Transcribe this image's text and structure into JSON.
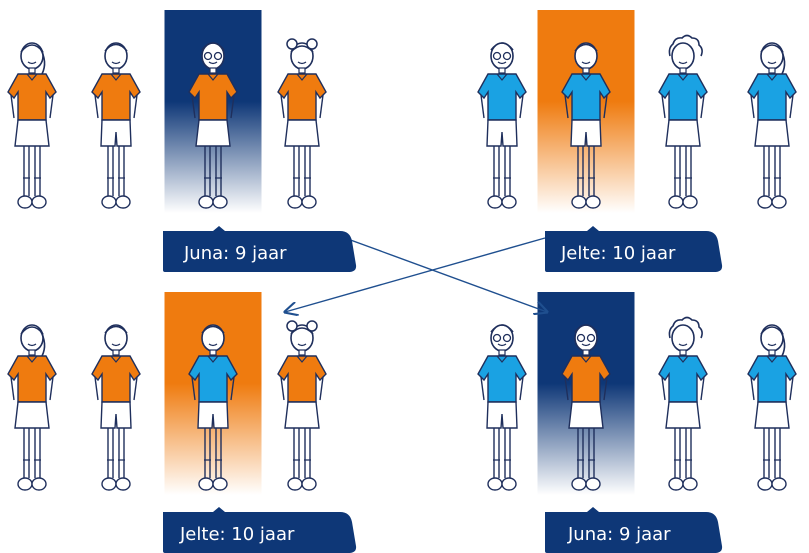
{
  "colors": {
    "navy": "#0e3777",
    "orange": "#ef7b0f",
    "blue": "#1aa2e3",
    "outline": "#1f2f5c",
    "skirt": "#ffffff",
    "label_bg": "#0e3777",
    "arrow": "#1f4f8f"
  },
  "groups": {
    "top_left": {
      "label": "Juna: 9 jaar",
      "highlight": "navy",
      "children": [
        {
          "shirt": "orange",
          "bottom": "skirt",
          "hair": "ponytail",
          "highlighted": false
        },
        {
          "shirt": "orange",
          "bottom": "shorts",
          "hair": "short",
          "highlighted": false
        },
        {
          "shirt": "orange",
          "bottom": "skirt",
          "hair": "glasses",
          "highlighted": true
        },
        {
          "shirt": "orange",
          "bottom": "skirt",
          "hair": "buns",
          "highlighted": false
        }
      ]
    },
    "top_right": {
      "label": "Jelte: 10 jaar",
      "highlight": "orange",
      "children": [
        {
          "shirt": "blue",
          "bottom": "shorts",
          "hair": "glasses",
          "highlighted": false
        },
        {
          "shirt": "blue",
          "bottom": "shorts",
          "hair": "short",
          "highlighted": true
        },
        {
          "shirt": "blue",
          "bottom": "skirt",
          "hair": "curly",
          "highlighted": false
        },
        {
          "shirt": "blue",
          "bottom": "skirt",
          "hair": "ponytail",
          "highlighted": false
        }
      ]
    },
    "bottom_left": {
      "label": "Jelte: 10 jaar",
      "highlight": "orange",
      "children": [
        {
          "shirt": "orange",
          "bottom": "skirt",
          "hair": "ponytail",
          "highlighted": false
        },
        {
          "shirt": "orange",
          "bottom": "shorts",
          "hair": "short",
          "highlighted": false
        },
        {
          "shirt": "blue",
          "bottom": "shorts",
          "hair": "short",
          "highlighted": true
        },
        {
          "shirt": "orange",
          "bottom": "skirt",
          "hair": "buns",
          "highlighted": false
        }
      ]
    },
    "bottom_right": {
      "label": "Juna: 9 jaar",
      "highlight": "navy",
      "children": [
        {
          "shirt": "blue",
          "bottom": "shorts",
          "hair": "glasses",
          "highlighted": false
        },
        {
          "shirt": "orange",
          "bottom": "skirt",
          "hair": "glasses",
          "highlighted": true
        },
        {
          "shirt": "blue",
          "bottom": "skirt",
          "hair": "curly",
          "highlighted": false
        },
        {
          "shirt": "blue",
          "bottom": "skirt",
          "hair": "ponytail",
          "highlighted": false
        }
      ]
    }
  }
}
